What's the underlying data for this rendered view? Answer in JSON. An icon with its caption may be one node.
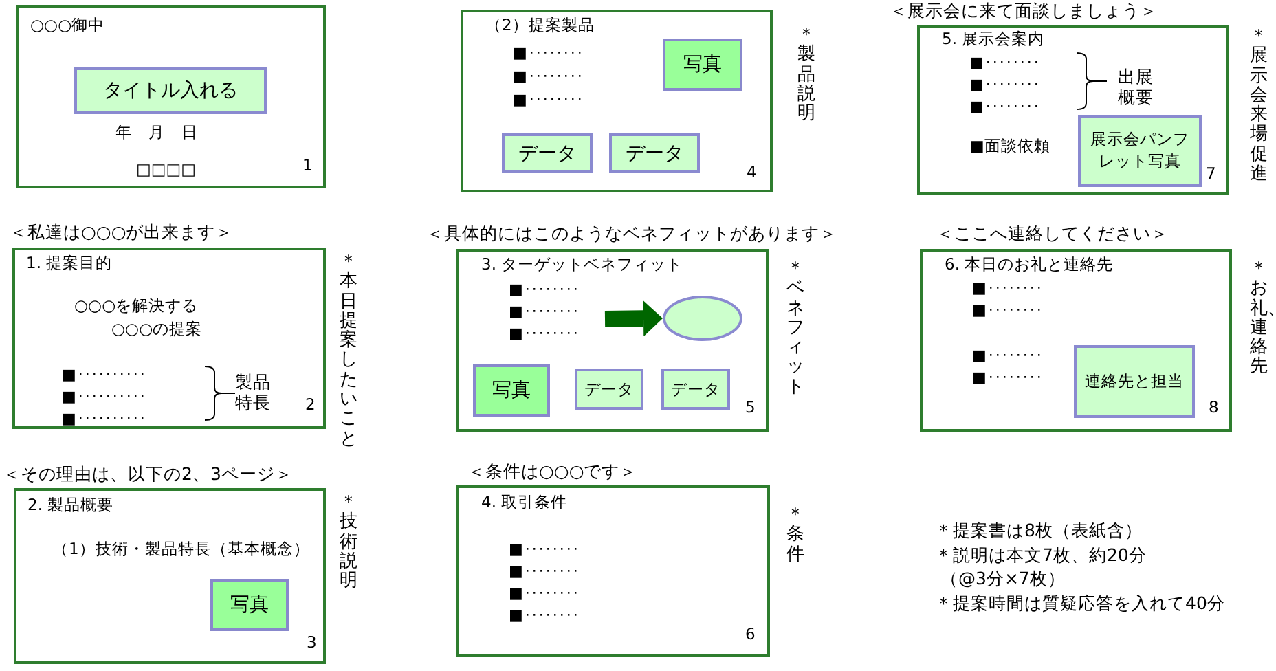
{
  "diagram": {
    "nodes": [
      {
        "text": [
          "○○○御中",
          "年　月　日",
          "□□□□",
          "1"
        ]
      },
      {
        "text": [
          "タイトル入れる"
        ],
        "in": 0
      },
      {
        "text": [
          "（2）提案製品",
          "■········",
          "■········",
          "■········",
          "4"
        ],
        "beside": [
          "＊製品説明"
        ]
      },
      {
        "text": [
          "写真"
        ],
        "in": 2
      },
      {
        "text": [
          "データ"
        ],
        "in": 2
      },
      {
        "text": [
          "データ"
        ],
        "in": 2
      },
      {
        "text": [
          "＜展示会に来て面談しましょう＞",
          "5. 展示会案内",
          "■········",
          "■········",
          "■········",
          "出展概要",
          "■面談依頼",
          "7"
        ],
        "beside": [
          "＊展示会来場促進"
        ]
      },
      {
        "text": [
          "展示会パンフレット写真"
        ],
        "in": 6
      },
      {
        "text": [
          "＜私達は○○○が出来ます＞",
          "1. 提案目的",
          "○○○を解決する",
          "○○○の提案",
          "■··········",
          "■··········",
          "■··········",
          "製品特長",
          "2"
        ],
        "beside": [
          "＊本日提案したいこと"
        ]
      },
      {
        "text": [
          "＜具体的にはこのようなベネフィットがあります＞",
          "3. ターゲットベネフィット",
          "■········",
          "■········",
          "■········",
          "5"
        ],
        "beside": [
          "＊ベネフィット"
        ]
      },
      {
        "text": [],
        "shape": "ellipse",
        "in": 9
      },
      {
        "text": [
          "写真"
        ],
        "in": 9
      },
      {
        "text": [
          "データ"
        ],
        "in": 9
      },
      {
        "text": [
          "データ"
        ],
        "in": 9
      },
      {
        "text": [
          "＜ここへ連絡してください＞",
          "6. 本日のお礼と連絡先",
          "■········",
          "■········",
          "■········",
          "■········",
          "8"
        ],
        "beside": [
          "＊お礼、連絡先"
        ]
      },
      {
        "text": [
          "連絡先と担当"
        ],
        "in": 14
      },
      {
        "text": [
          "＜その理由は、以下の2、3ページ＞",
          "2. 製品概要",
          "（1）技術・製品特長（基本概念）",
          "3"
        ],
        "beside": [
          "＊技術説明"
        ]
      },
      {
        "text": [
          "写真"
        ],
        "in": 16
      },
      {
        "text": [
          "＜条件は○○○です＞",
          "4. 取引条件",
          "■········",
          "■········",
          "■········",
          "■········",
          "6"
        ],
        "beside": [
          "＊条件"
        ]
      }
    ],
    "edges": [
      {
        "from": null,
        "to": 10,
        "arrow": "to",
        "color": "#006600"
      }
    ],
    "labels": [
      "＊提案書は8枚（表紙含）",
      "＊説明は本文7枚、約20分",
      "（@3分×7枚）",
      "＊提案時間は質疑応答を入れて40分"
    ]
  }
}
